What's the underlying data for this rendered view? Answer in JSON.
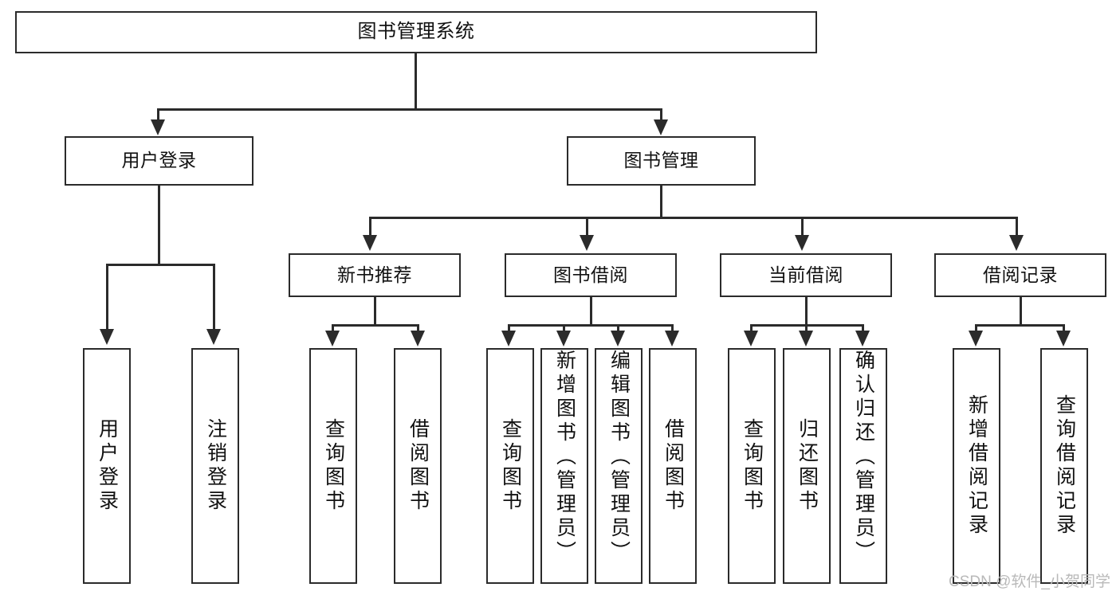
{
  "diagram": {
    "title": "图书管理系统",
    "type": "tree-hierarchy-diagram",
    "colors": {
      "background": "#ffffff",
      "box_border": "#2b2b2b",
      "box_fill": "#ffffff",
      "connector": "#2b2b2b",
      "text": "#111111",
      "watermark": "#b9b9b9"
    },
    "root": {
      "label": "图书管理系统"
    },
    "level1": [
      {
        "label": "用户登录"
      },
      {
        "label": "图书管理"
      }
    ],
    "level2": [
      {
        "label": "新书推荐"
      },
      {
        "label": "图书借阅"
      },
      {
        "label": "当前借阅"
      },
      {
        "label": "借阅记录"
      }
    ],
    "leaves": {
      "user_login": [
        {
          "label": "用户登录"
        },
        {
          "label": "注销登录"
        }
      ],
      "new_book_recommend": [
        {
          "label": "查询图书"
        },
        {
          "label": "借阅图书"
        }
      ],
      "book_borrow": [
        {
          "label": "查询图书"
        },
        {
          "label": "新增图书（管理员）"
        },
        {
          "label": "编辑图书（管理员）"
        },
        {
          "label": "借阅图书"
        }
      ],
      "current_borrow": [
        {
          "label": "查询图书"
        },
        {
          "label": "归还图书"
        },
        {
          "label": "确认归还（管理员）"
        }
      ],
      "borrow_record": [
        {
          "label": "新增借阅记录"
        },
        {
          "label": "查询借阅记录"
        }
      ]
    }
  },
  "watermark": {
    "text": "CSDN @软件_小贺同学"
  }
}
